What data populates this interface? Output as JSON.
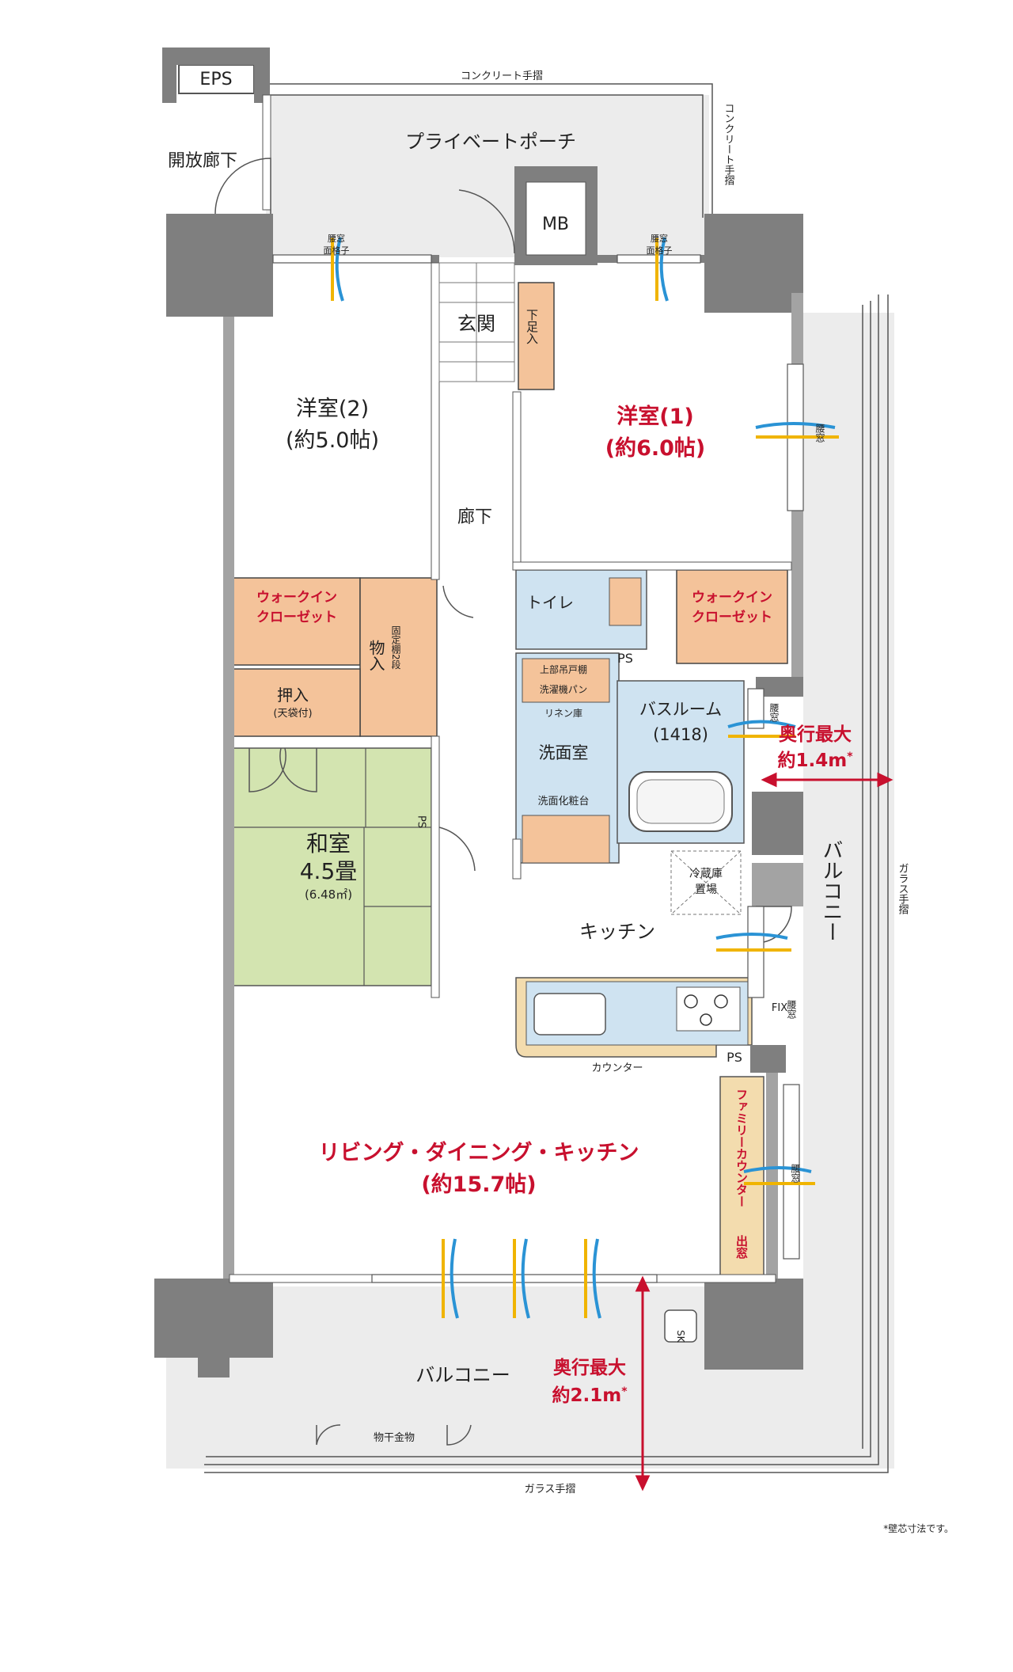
{
  "labels": {
    "eps": "EPS",
    "concrete_rail_top": "コンクリート手摺",
    "concrete_rail_side": "コンクリート手摺",
    "open_corridor": "開放廊下",
    "private_porch": "プライベートポーチ",
    "mb": "MB",
    "koshimado": "腰窓",
    "menkoshi": "面格子",
    "genkan": "玄関",
    "shitabako": "下足入",
    "room2_name": "洋室(2)",
    "room2_size": "(約5.0帖)",
    "room1_name": "洋室(1)",
    "room1_size": "(約6.0帖)",
    "rouka": "廊下",
    "wic1": "ウォークイン",
    "wic2": "クローゼット",
    "monoire": "物入",
    "kotei_dana": "固定棚2段",
    "oshiire": "押入",
    "tenbukuro": "(天袋付)",
    "toilet": "トイレ",
    "jobu_todana": "上部吊戸棚",
    "ps": "PS",
    "sentakuki_pan": "洗濯機パン",
    "linen": "リネン庫",
    "senmen": "洗面室",
    "senmen_keshodai": "洗面化粧台",
    "bathroom": "バスルーム",
    "bath_size": "(1418)",
    "depth_max": "奥行最大",
    "depth_bal_side": "約1.4m",
    "depth_bal_bottom": "約2.1m",
    "asterisk": "*",
    "washitsu": "和室",
    "washitsu_size": "4.5畳",
    "washitsu_area": "(6.48㎡)",
    "reizoko1": "冷蔵庫",
    "reizoko2": "置場",
    "kitchen": "キッチン",
    "balcony": "バルコニー",
    "glass_rail": "ガラス手摺",
    "fix": "FIX",
    "counter": "カウンター",
    "family_counter": "ファミリーカウンター",
    "demado": "出窓",
    "ldk_name": "リビング・ダイニング・キッチン",
    "ldk_size": "(約15.7帖)",
    "sk": "SK",
    "monohoshi": "物干金物",
    "note": "*壁芯寸法です。"
  },
  "colors": {
    "closet_orange": "#f4c39a",
    "washitsu_green": "#d3e4b0",
    "wet_blue": "#cfe3f1",
    "counter_beige": "#f3dcae",
    "accent_red": "#c8102e",
    "wind_blue": "#2a93d5",
    "wind_yellow": "#f0b400"
  }
}
